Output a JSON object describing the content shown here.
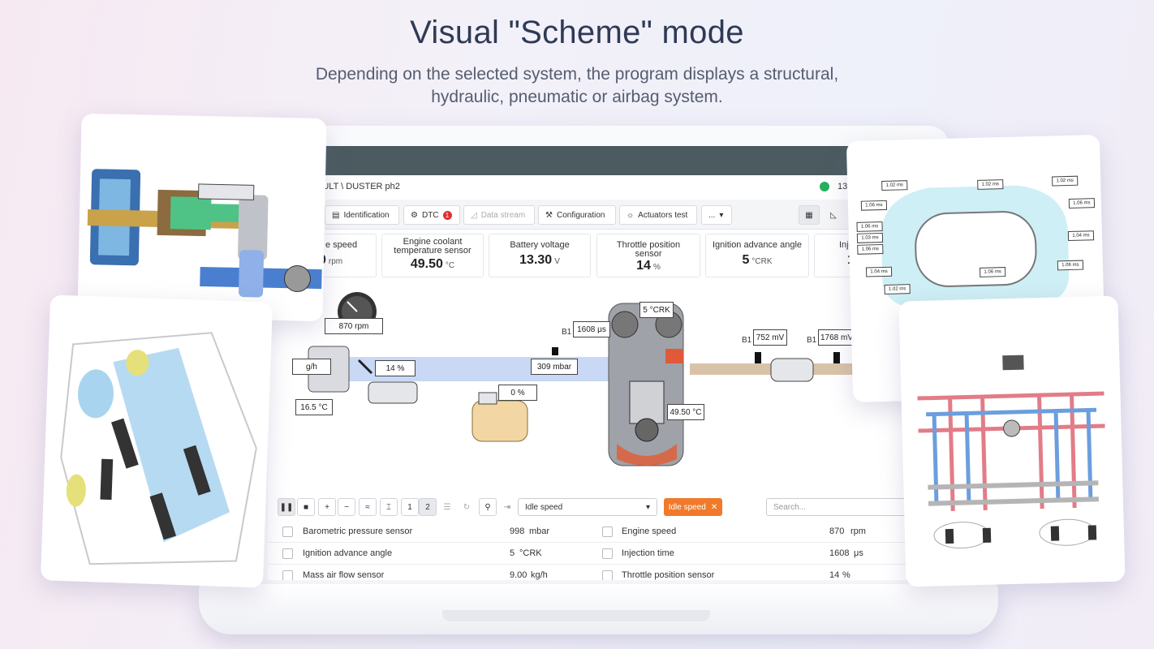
{
  "hero": {
    "title": "Visual \"Scheme\" mode",
    "subtitle_line1": "Depending on the selected system, the program displays a structural,",
    "subtitle_line2": "hydraulic, pneumatic or airbag system."
  },
  "app": {
    "breadcrumb": "AULT \\ DUSTER ph2",
    "status_text": "13.",
    "toolbar": {
      "identification": "Identification",
      "dtc": "DTC",
      "dtc_count": "1",
      "data_stream": "Data stream",
      "configuration": "Configuration",
      "actuators_test": "Actuators test",
      "more": "..."
    },
    "cards": [
      {
        "label": "e speed",
        "value": "0",
        "unit": "rpm"
      },
      {
        "label": "Engine coolant temperature sensor",
        "value": "49.50",
        "unit": "°C"
      },
      {
        "label": "Battery voltage",
        "value": "13.30",
        "unit": "V"
      },
      {
        "label": "Throttle position sensor",
        "value": "14",
        "unit": "%"
      },
      {
        "label": "Ignition advance angle",
        "value": "5",
        "unit": "°CRK"
      },
      {
        "label": "Inje",
        "value": "1",
        "unit": ""
      }
    ],
    "scheme": {
      "rpm": "870 rpm",
      "mass_air": "g/h",
      "air_temp": "16.5 °C",
      "throttle": "14 %",
      "pressure": "309 mbar",
      "pedal": "0 %",
      "injection": "1608 μs",
      "injection_b1": "B1",
      "advance": "5 °CRK",
      "coolant": "49.50 °C",
      "lambda1": "752 mV",
      "lambda1_b1": "B1",
      "lambda2": "1768 mV",
      "lambda2_b1": "B1"
    },
    "controls": {
      "page1": "1",
      "page2": "2",
      "preset": "Idle speed",
      "chip": "Idle speed",
      "search_placeholder": "Search..."
    },
    "params": [
      {
        "name": "Barometric pressure sensor",
        "value": "998",
        "unit": "mbar",
        "name2": "Engine speed",
        "value2": "870",
        "unit2": "rpm"
      },
      {
        "name": "Ignition advance angle",
        "value": "5",
        "unit": "°CRK",
        "name2": "Injection time",
        "value2": "1608",
        "unit2": "μs"
      },
      {
        "name": "Mass air flow sensor",
        "value": "9.00",
        "unit": "kg/h",
        "name2": "Throttle position sensor",
        "value2": "14",
        "unit2": "%"
      }
    ]
  },
  "parking": {
    "labels": [
      "1.02 ms",
      "1.02 ms",
      "1.02 ms",
      "1.06 ms",
      "1.06 ms",
      "1.06 ms",
      "1.03 ms",
      "1.06 ms",
      "1.04 ms",
      "1.04 ms",
      "1.06 ms",
      "1.06 ms",
      "1.02 ms"
    ]
  },
  "colors": {
    "accent": "#f07a2a",
    "status_ok": "#27ae60",
    "header": "#4b5b60",
    "air": "#c8d8f5"
  }
}
